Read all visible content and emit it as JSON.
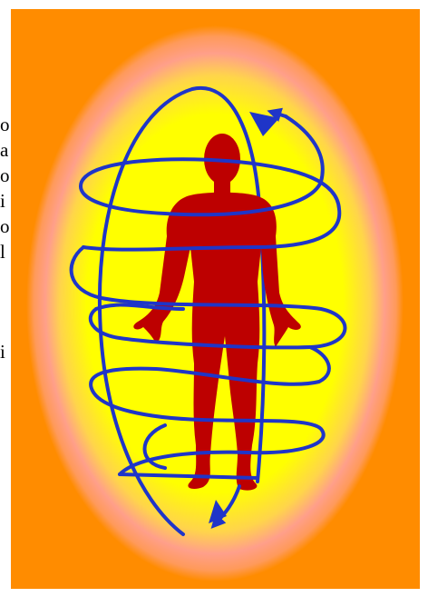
{
  "text_fragments": [
    "o",
    "a",
    "o",
    "i",
    "o",
    "l",
    "i"
  ],
  "colors": {
    "background": "#ff8c00",
    "halo": "#ff8f8f",
    "aura_inner": "#ffff00",
    "figure": "#bd0000",
    "spiral": "#1f35c8"
  }
}
